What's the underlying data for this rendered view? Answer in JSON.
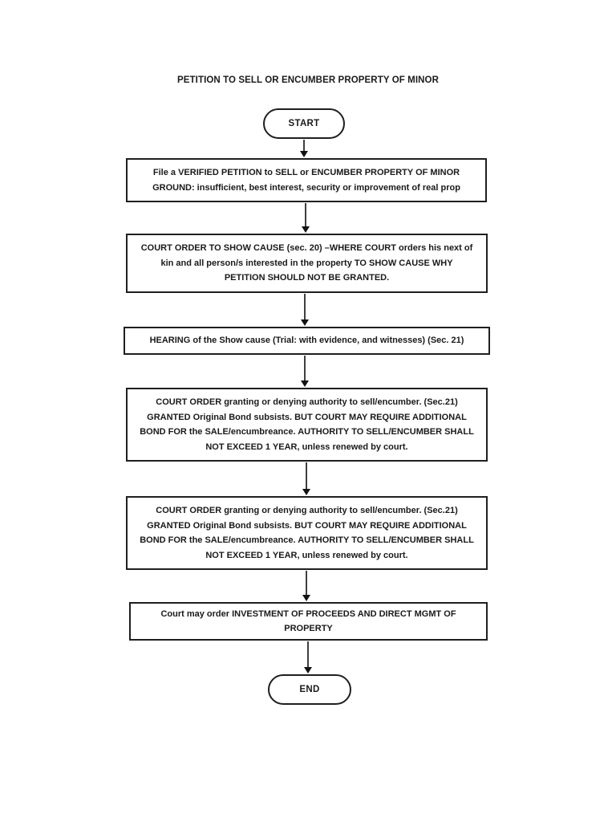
{
  "document": {
    "title": "PETITION TO SELL OR ENCUMBER PROPERTY OF MINOR"
  },
  "flowchart": {
    "start_label": "START",
    "end_label": "END",
    "steps": [
      {
        "name": "file-verified-petition",
        "label": "File a VERIFIED PETITION to SELL or ENCUMBER PROPERTY OF MINOR\nGROUND: insufficient, best interest, security or improvement of real prop"
      },
      {
        "name": "court-order-show-cause",
        "label": "COURT ORDER TO SHOW CAUSE (sec. 20) –WHERE COURT orders his next of\nkin and all person/s interested in the property TO SHOW CAUSE WHY\nPETITION SHOULD NOT BE GRANTED."
      },
      {
        "name": "hearing-show-cause",
        "label": "HEARING of the Show cause (Trial: with evidence, and witnesses) (Sec. 21)"
      },
      {
        "name": "court-order-granting-denying-1",
        "label": "COURT ORDER granting or denying authority to sell/encumber. (Sec.21)\nGRANTED Original Bond subsists. BUT COURT MAY REQUIRE ADDITIONAL\nBOND FOR the SALE/encumbreance. AUTHORITY TO SELL/ENCUMBER SHALL\nNOT EXCEED 1 YEAR, unless renewed by court."
      },
      {
        "name": "court-order-granting-denying-2",
        "label": "COURT ORDER granting or denying authority to sell/encumber. (Sec.21)\nGRANTED Original Bond subsists. BUT COURT MAY REQUIRE ADDITIONAL\nBOND FOR the SALE/encumbreance. AUTHORITY TO SELL/ENCUMBER SHALL\nNOT EXCEED 1 YEAR, unless renewed by court."
      },
      {
        "name": "investment-of-proceeds",
        "label": "Court may order INVESTMENT OF PROCEEDS AND DIRECT MGMT OF\nPROPERTY"
      }
    ],
    "colors": {
      "background": "#ffffff",
      "border": "#1f1f1f",
      "text": "#1a1a1a",
      "arrow_line": "#3f3f3f",
      "arrow_head": "#121212"
    }
  }
}
